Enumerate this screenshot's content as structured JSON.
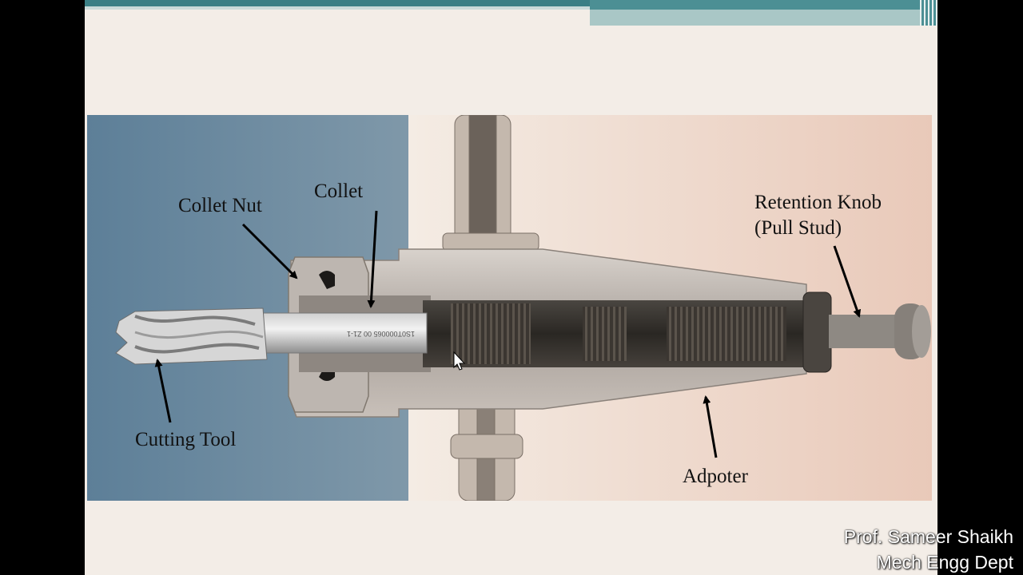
{
  "labels": {
    "collet_nut": "Collet Nut",
    "collet": "Collet",
    "retention_knob_line1": "Retention Knob",
    "retention_knob_line2": "(Pull Stud)",
    "cutting_tool": "Cutting Tool",
    "adapter": "Adpoter"
  },
  "footer": {
    "author": "Prof. Sameer Shaikh",
    "department": "Mech Engg Dept"
  },
  "colors": {
    "accent_teal": "#3a7f85",
    "slide_background": "#f3ede7",
    "label_text": "#111111",
    "arrow": "#000000"
  },
  "icons": {
    "cursor": "mouse-pointer-icon"
  }
}
